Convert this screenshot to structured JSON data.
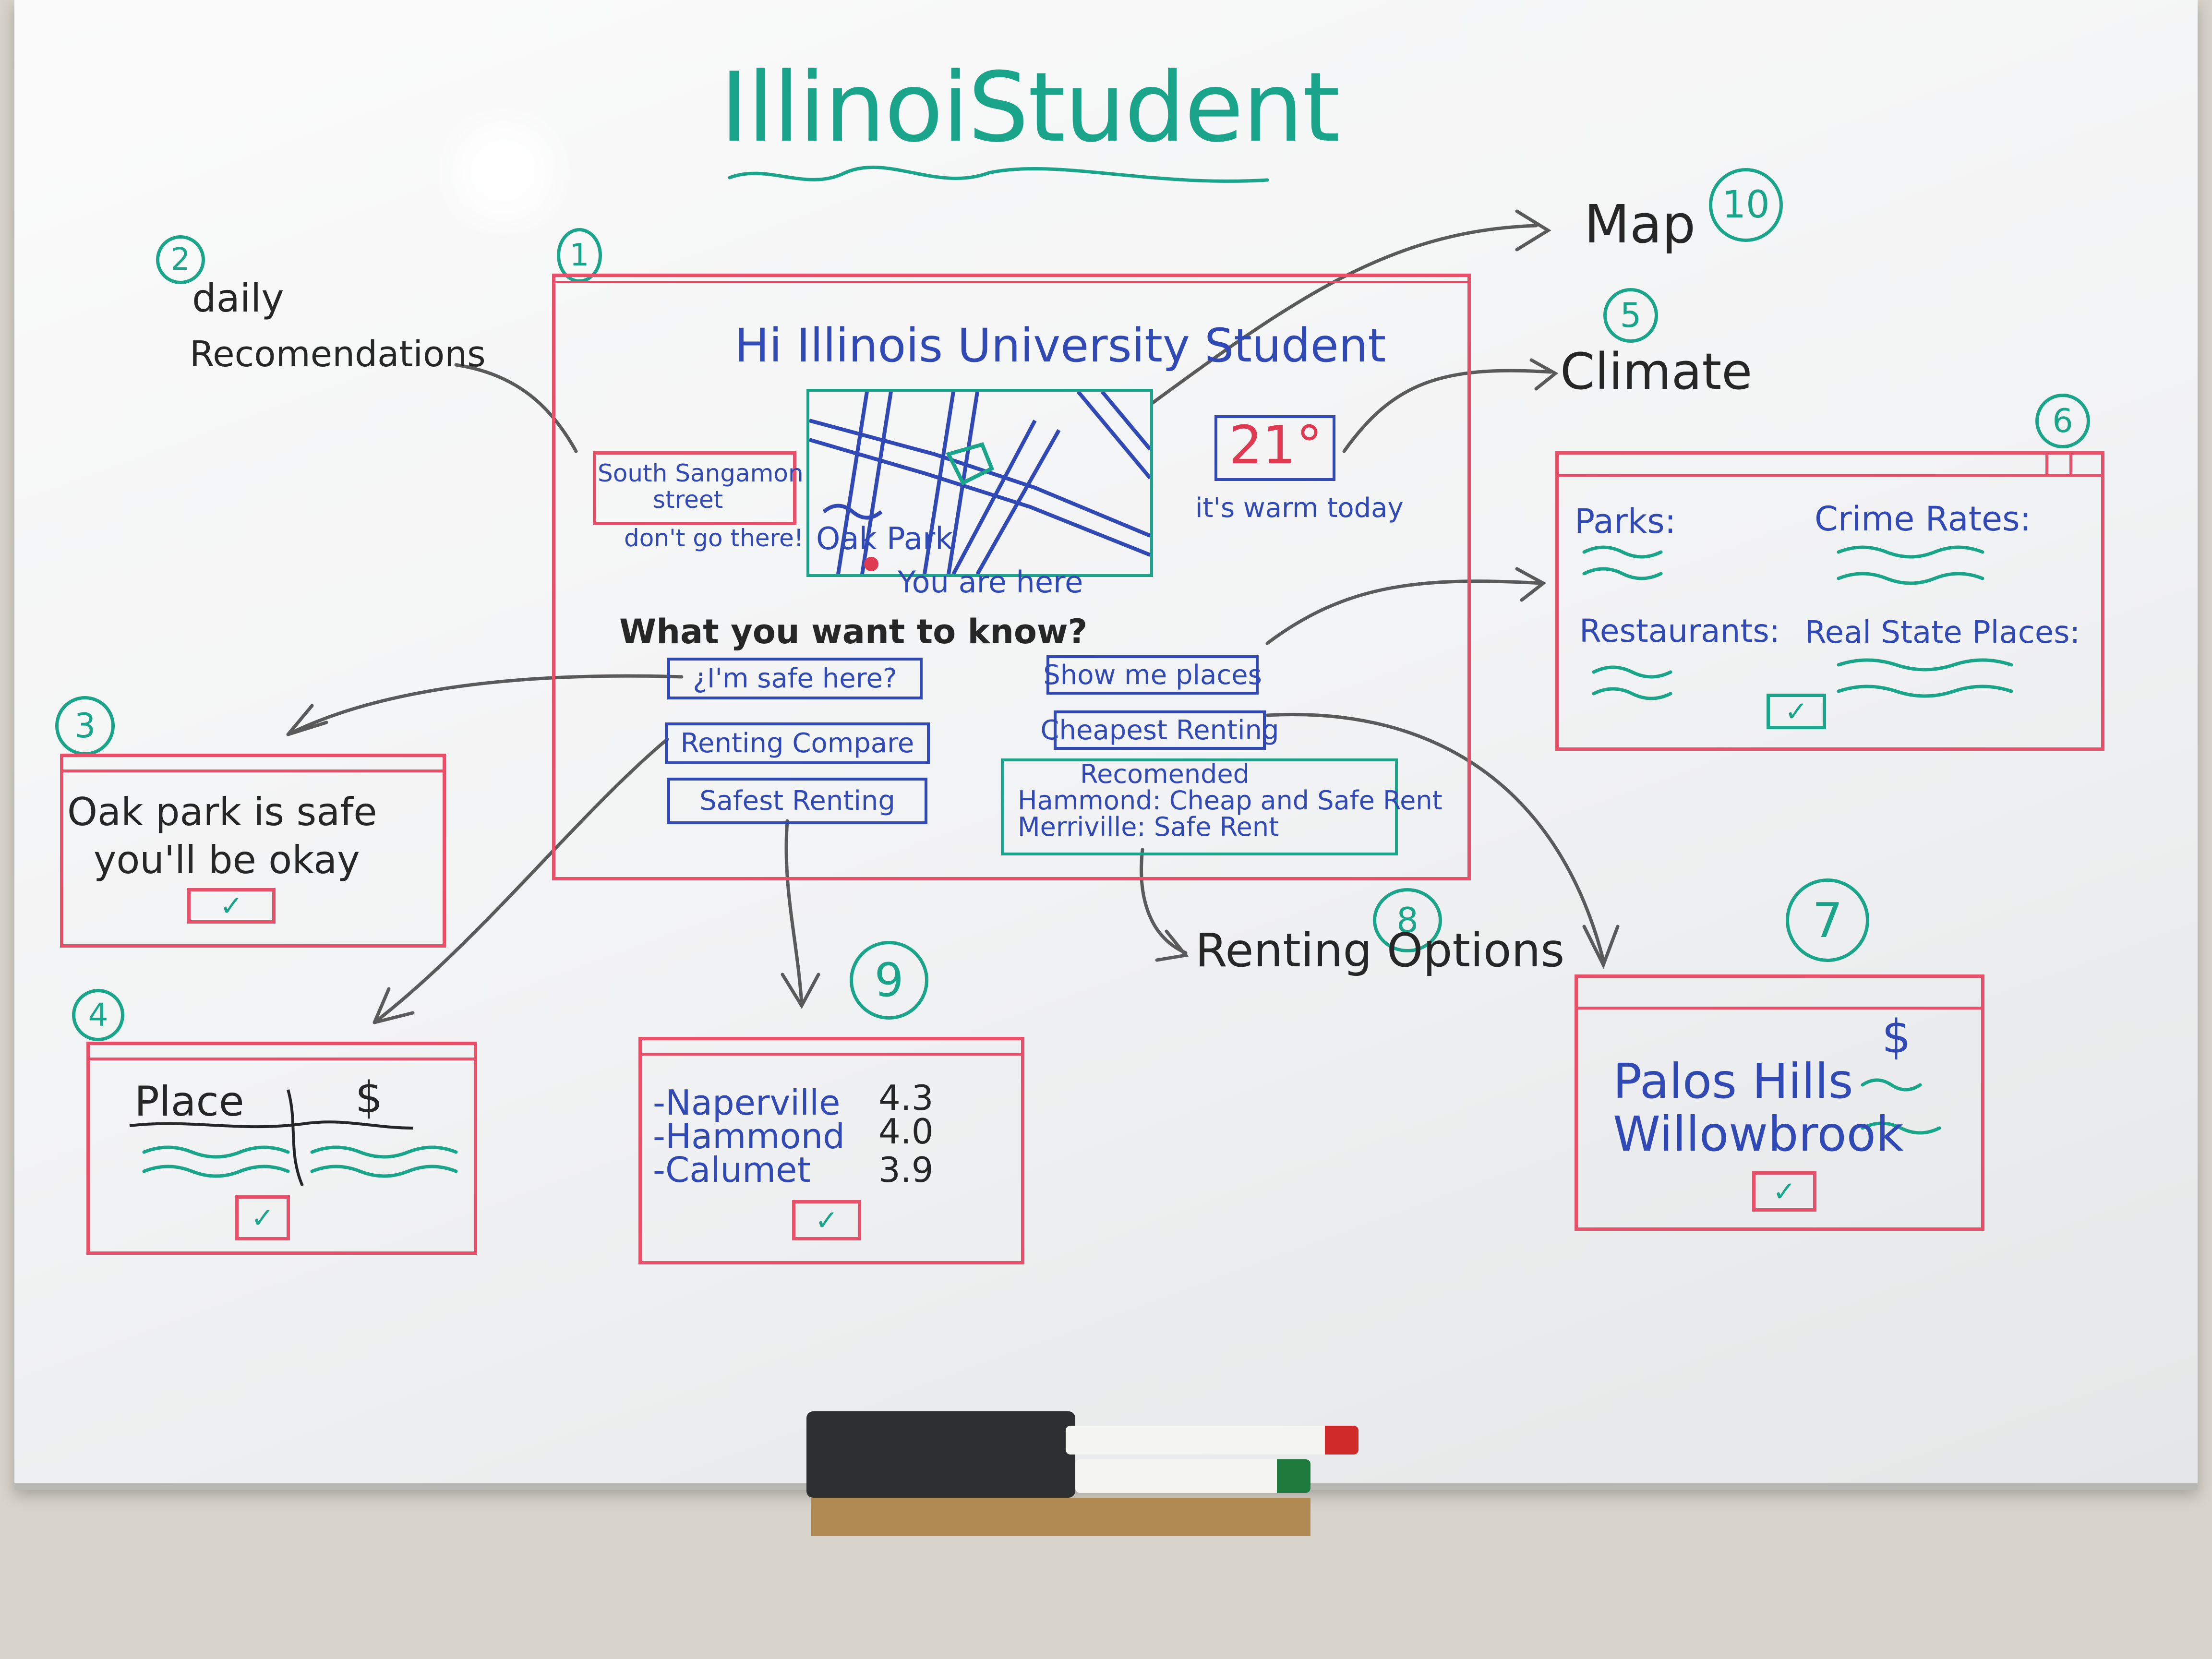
{
  "title": "IllinoiStudent",
  "main_screen": {
    "number": "1",
    "greeting": "Hi Illinois University Student",
    "map": {
      "place_label": "Oak Park",
      "caption": "You are here"
    },
    "recommendation": {
      "text_line1": "South Sangamon",
      "text_line2": "street",
      "note": "don't go there!"
    },
    "temperature": {
      "value": "21°",
      "note": "it's warm today"
    },
    "question": "What you want to know?",
    "buttons": [
      "¿I'm safe here?",
      "Renting Compare",
      "Safest Renting",
      "Show me places",
      "Cheapest Renting"
    ],
    "recommended_box": {
      "title": "Recomended",
      "line1": "Hammond: Cheap and Safe Rent",
      "line2": "Merriville: Safe Rent"
    }
  },
  "annotations": {
    "daily": {
      "number": "2",
      "line1": "daily",
      "line2": "Recomendations"
    },
    "map": {
      "number": "10",
      "label": "Map"
    },
    "climate": {
      "number": "5",
      "label": "Climate"
    },
    "renting_options": {
      "number": "8",
      "label": "Renting Options"
    }
  },
  "panels": {
    "safe": {
      "number": "3",
      "line1": "Oak park is safe",
      "line2": "you'll be okay"
    },
    "compare": {
      "number": "4",
      "col1": "Place",
      "col2": "$"
    },
    "safest": {
      "number": "9",
      "rows": [
        {
          "place": "-Naperville",
          "score": "4.3"
        },
        {
          "place": "-Hammond",
          "score": "4.0"
        },
        {
          "place": "-Calumet",
          "score": "3.9"
        }
      ]
    },
    "places": {
      "number": "6",
      "labels": [
        "Parks:",
        "Crime Rates:",
        "Restaurants:",
        "Real State Places:"
      ]
    },
    "cheapest": {
      "number": "7",
      "currency": "$",
      "line1": "Palos Hills",
      "line2": "Willowbrook"
    }
  },
  "check_mark": "✓",
  "colors": {
    "teal": "#1aa58a",
    "blue": "#3049b5",
    "red": "#e8506a",
    "black": "#262626"
  }
}
